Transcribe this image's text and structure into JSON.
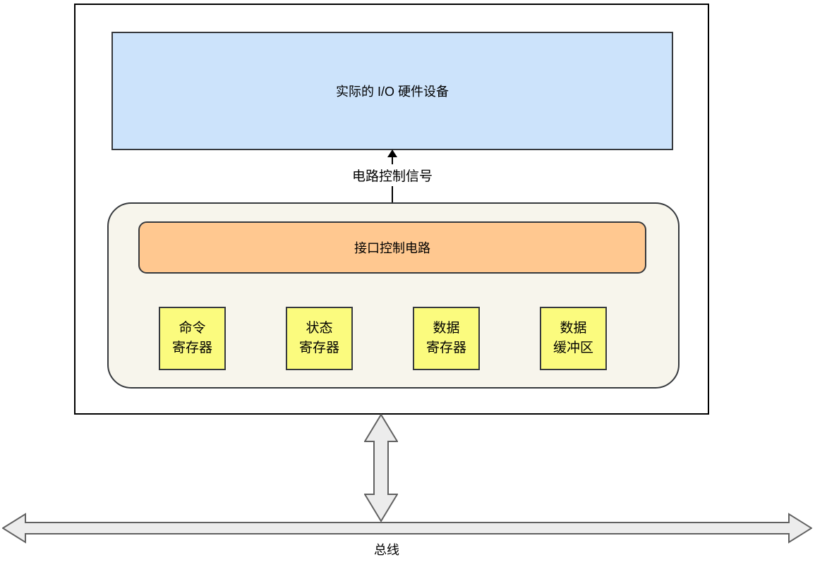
{
  "diagram": {
    "hardware_device": {
      "label": "实际的 I/O 硬件设备"
    },
    "control_signal": {
      "label": "电路控制信号"
    },
    "interface_circuit": {
      "label": "接口控制电路"
    },
    "registers": [
      {
        "line1": "命令",
        "line2": "寄存器"
      },
      {
        "line1": "状态",
        "line2": "寄存器"
      },
      {
        "line1": "数据",
        "line2": "寄存器"
      },
      {
        "line1": "数据",
        "line2": "缓冲区"
      }
    ],
    "bus": {
      "label": "总线"
    },
    "colors": {
      "hardware_fill": "#cce3fb",
      "interface_container_fill": "#f7f5ec",
      "interface_circuit_fill": "#ffc890",
      "register_fill": "#fbfb7e",
      "arrow_fill": "#ececec",
      "arrow_stroke": "#616161",
      "box_border": "#36393d",
      "outer_border": "#000000",
      "signal_arrow": "#000000"
    }
  }
}
